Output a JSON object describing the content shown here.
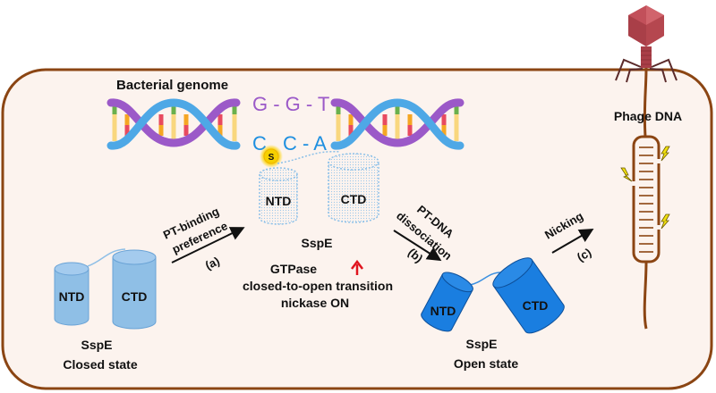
{
  "title": "SspE phosphorothioate-sensing antiphage defense mechanism",
  "colors": {
    "cell_border": "#8b4513",
    "cell_fill": "#fcf3ee",
    "helix_purple": "#9b59c8",
    "helix_blue": "#4ea8e6",
    "seq_top": "#9b59c8",
    "seq_bottom": "#1e8fe0",
    "closed_protein": "#8fbfe6",
    "open_protein": "#1a7ee0",
    "phage": "#b5474f",
    "up_arrow": "#e0141e",
    "sulfur": "#f6d000"
  },
  "labels": {
    "bacterial_genome": "Bacterial genome",
    "seq_top": "G - G - T",
    "seq_bottom_c1": "C",
    "seq_bottom_rest": "C - A",
    "sulfur": "S",
    "phage_dna": "Phage DNA",
    "ntd": "NTD",
    "ctd": "CTD",
    "sspe": "SspE",
    "closed_state": "Closed state",
    "open_state": "Open state",
    "gtpase": "GTPase",
    "transition": "closed-to-open transition",
    "nickase": "nickase ON"
  },
  "steps": [
    {
      "line1": "PT-binding",
      "line2": "preference",
      "tag": "(a)"
    },
    {
      "line1": "PT-DNA",
      "line2": "dissociation",
      "tag": "(b)"
    },
    {
      "line1": "Nicking",
      "line2": "",
      "tag": "(c)"
    }
  ]
}
